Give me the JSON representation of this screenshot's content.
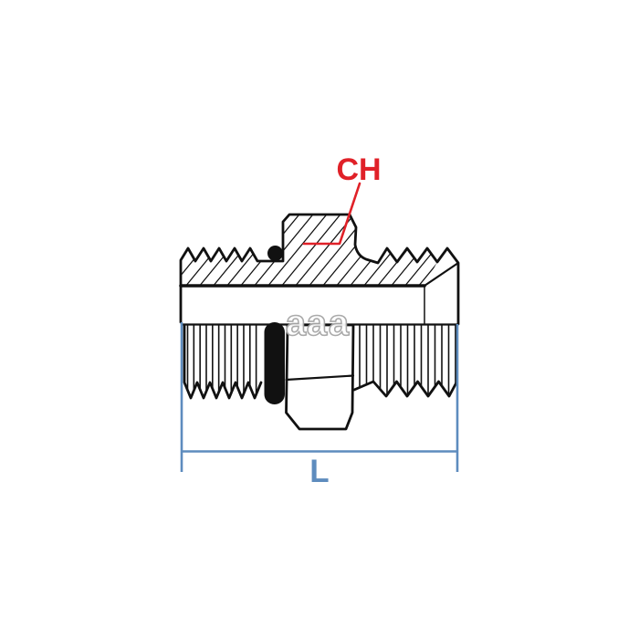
{
  "diagram": {
    "kind": "technical-drawing-hydraulic-adapter",
    "background": "#ffffff",
    "ink_color": "#111111",
    "callout": {
      "text": "CH",
      "color": "#e02128"
    },
    "dimension": {
      "text": "L",
      "color": "#5e8cbe"
    },
    "watermark": {
      "text": "a a a",
      "letters": [
        "a",
        "a",
        "a"
      ],
      "fill": "#ffffff",
      "outline": "#a6a6a6"
    }
  }
}
